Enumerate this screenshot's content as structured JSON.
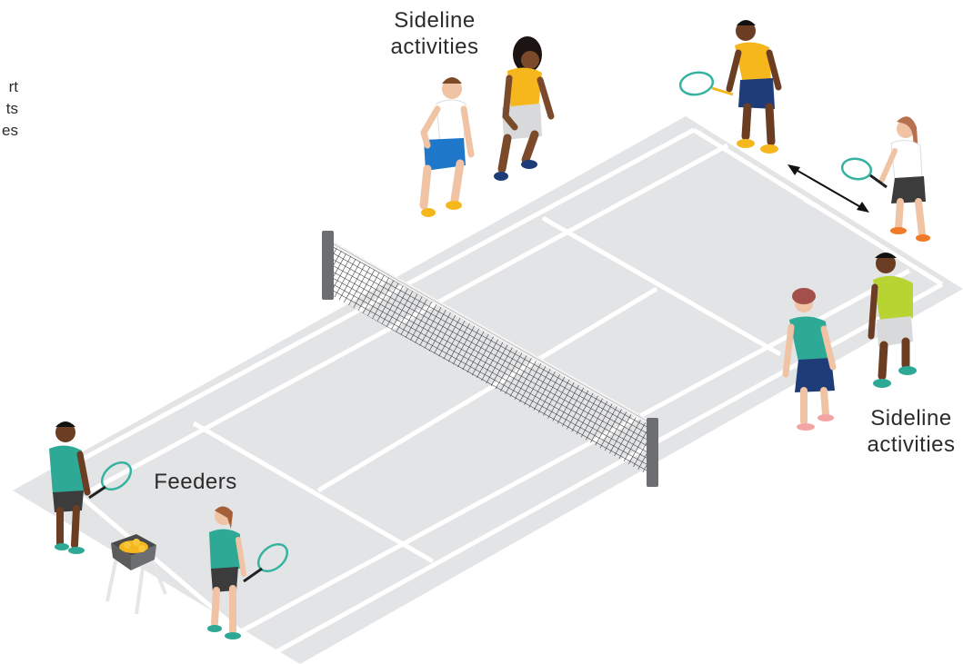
{
  "labels": {
    "sideline_top": [
      "Sideline",
      "activities"
    ],
    "sideline_right": [
      "Sideline",
      "activities"
    ],
    "feeders": "Feeders",
    "partial_left": [
      "rt",
      "ts",
      "es"
    ]
  },
  "colors": {
    "court": "#e3e4e6",
    "court_line": "#ffffff",
    "net_post": "#6d6e71",
    "net_mesh": "#2d2d2d",
    "teal": "#2ea996",
    "yellow": "#f6b71c",
    "lime": "#b8d432",
    "navy": "#1d3c78",
    "skin_dark": "#6b3d22",
    "skin_light": "#f0c3a4",
    "racket": "#35b3a0"
  },
  "icons": [
    "arrow-double-icon",
    "tennis-racket-icon",
    "ball-basket-icon"
  ]
}
